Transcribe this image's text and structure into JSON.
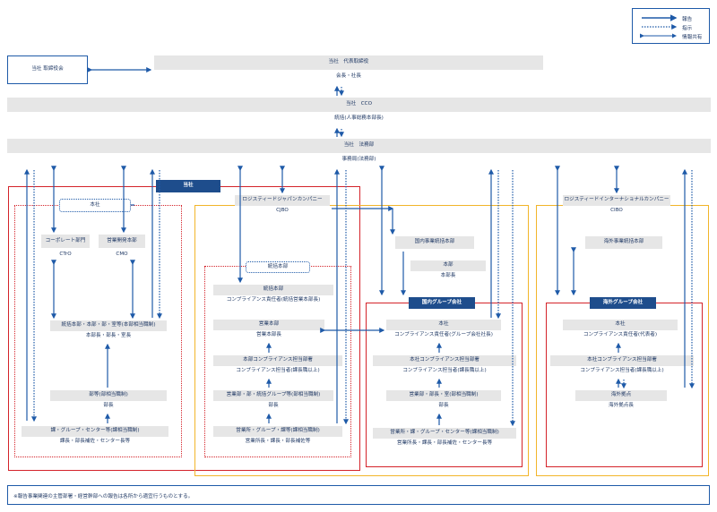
{
  "legend": {
    "report": "報告",
    "instruct": "指示",
    "share": "情報共有"
  },
  "top": {
    "board": "当社 取締役会",
    "ceo_title": "当社　代表取締役",
    "ceo_sub": "会長・社長",
    "cco_title": "当社　CCO",
    "cco_sub": "統括(人事総務本部長)",
    "legal_title": "当社　法務部",
    "legal_sub": "事務局(法務部)"
  },
  "tousha": {
    "tag": "当社",
    "honsha": "本社",
    "corporate": "コーポレート部門",
    "ctro": "CTrO",
    "sales_dev": "営業開発本部",
    "cmo": "CMO",
    "hq_dept": "統括本部・本部・部・室等(本部相当職制)",
    "hq_dept_sub": "本部長・部長・室長",
    "bu": "部等(部相当職制)",
    "bu_sub": "部長",
    "section": "課・グループ・センター等(課相当職制)",
    "section_sub": "課長・部長補佐・センター長等"
  },
  "japan": {
    "company": "ロジスティードジャパンカンパニー",
    "cjbo": "CJBO",
    "tokatsu": "統括本部",
    "tokatsu_dept": "統括本部",
    "tokatsu_cs": "コンプライアンス責任者(統括営業本部長)",
    "eigyo": "営業本部",
    "eigyo_sub": "営業本部長",
    "comp_office": "本部コンプライアンス担当部署",
    "comp_officer": "コンプライアンス担当者(課長職以上)",
    "sales_grp": "営業部・部・統括グループ等(部相当職制)",
    "sales_grp_sub": "部長",
    "sales_office": "営業所・グループ・課等(課相当職制)",
    "sales_office_sub": "営業所長・課長・部長補佐等"
  },
  "domestic": {
    "hq": "国内事業統括本部",
    "honbu": "本部",
    "honbu_sub": "本部長",
    "tag": "国内グループ会社",
    "honsha": "本社",
    "honsha_sub": "コンプライアンス責任者(グループ会社社長)",
    "comp_office": "本社コンプライアンス担当部署",
    "comp_officer": "コンプライアンス担当者(課長職以上)",
    "dept": "営業部・部長・室(部相当職制)",
    "dept_sub": "部長",
    "section": "営業所・課・グループ・センター等(課相当職制)",
    "section_sub": "営業所長・課長・部長補佐・センター長等"
  },
  "intl": {
    "company": "ロジスティードインターナショナルカンパニー",
    "cibo": "CIBO",
    "hq": "海外事業統括本部",
    "tag": "海外グループ会社",
    "honsha": "本社",
    "honsha_sub": "コンプライアンス責任者(代表者)",
    "comp_office": "本社コンプライアンス担当部署",
    "comp_officer": "コンプライアンス担当者(課長職以上)",
    "base": "海外拠点",
    "base_sub": "海外拠点長"
  },
  "footnote": "※報告事業関連の主管部署・経営幹部への報告は各所から適宜行うものとする。"
}
